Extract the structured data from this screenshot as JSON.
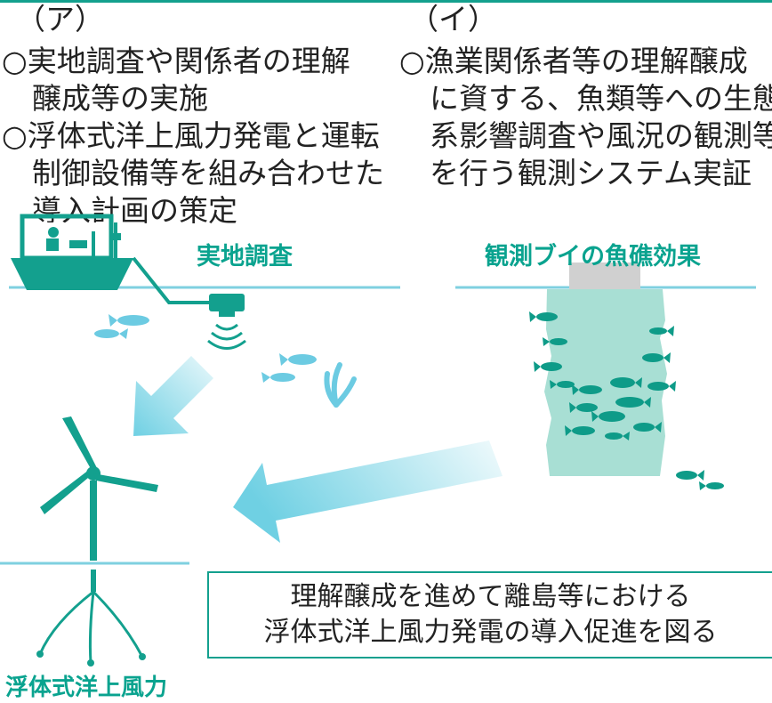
{
  "left": {
    "label": "（ア）",
    "items": [
      {
        "line1": "○実地調査や関係者の理解",
        "line2": "醸成等の実施"
      },
      {
        "line1": "○浮体式洋上風力発電と運転",
        "line2": "制御設備等を組み合わせた",
        "line3": "導入計画の策定"
      }
    ]
  },
  "right": {
    "label": "（イ）",
    "items": [
      {
        "line1": "○漁業関係者等の理解醸成",
        "line2": "に資する、魚類等への生態",
        "line3": "系影響調査や風況の観測等",
        "line4": "を行う観測システム実証"
      }
    ]
  },
  "labels": {
    "survey": "実地調査",
    "buoy": "観測ブイの魚礁効果",
    "floating": "浮体式洋上風力"
  },
  "summary": {
    "line1": "理解醸成を進めて離島等における",
    "line2": "浮体式洋上風力発電の導入促進を図る"
  },
  "colors": {
    "accent": "#13a08e",
    "fish_light": "#6ccbe2",
    "fish_dark": "#0e9b88",
    "water_line": "#7fd0e0",
    "buoy_column": "#a8dfd4",
    "arrow": "#6fd0e3"
  },
  "icons": [
    "survey-boat-icon",
    "sonar-icon",
    "wind-turbine-icon",
    "fish-icon",
    "seaweed-icon",
    "buoy-icon"
  ]
}
